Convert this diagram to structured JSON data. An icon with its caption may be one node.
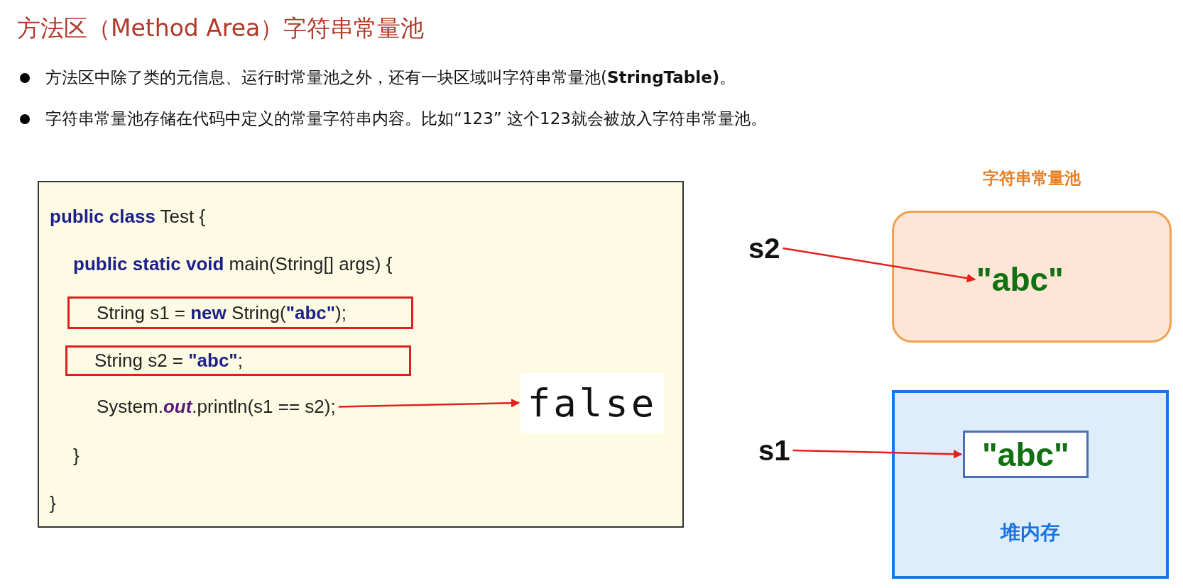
{
  "diagram": {
    "title": "方法区（Method Area）字符串常量池",
    "nodes": [
      {
        "text": [
          "**public class** Test {",
          "**public static void** main(String[] args) {",
          "}",
          "}"
        ]
      },
      {
        "text": [
          "String s1 = **new** String(**\"abc\"**);"
        ],
        "in": 0
      },
      {
        "text": [
          "String s2 = **\"abc\"**;"
        ],
        "in": 0
      },
      {
        "text": [
          "System.*out*.println(s1 == s2);"
        ],
        "in": 0
      },
      {
        "text": [
          "false"
        ],
        "in": 0
      },
      {
        "text": [
          "字符串常量池"
        ]
      },
      {
        "text": [
          "\"abc\""
        ],
        "in": 5
      },
      {
        "text": [
          "堆内存"
        ]
      },
      {
        "text": [
          "\"abc\""
        ],
        "in": 7
      },
      {
        "text": [
          "s2"
        ]
      },
      {
        "text": [
          "s1"
        ]
      }
    ],
    "edges": [
      {
        "from": 3,
        "to": 4,
        "arrow": "to"
      },
      {
        "from": 9,
        "to": 6,
        "arrow": "to"
      },
      {
        "from": 10,
        "to": 8,
        "arrow": "to"
      }
    ],
    "labels": [
      "方法区中除了类的元信息、运行时常量池之外，还有一块区域叫字符串常量池(**StringTable)**。",
      "字符串常量池存储在代码中定义的常量字符串内容。比如“123” 这个123就会被放入字符串常量池。"
    ]
  }
}
